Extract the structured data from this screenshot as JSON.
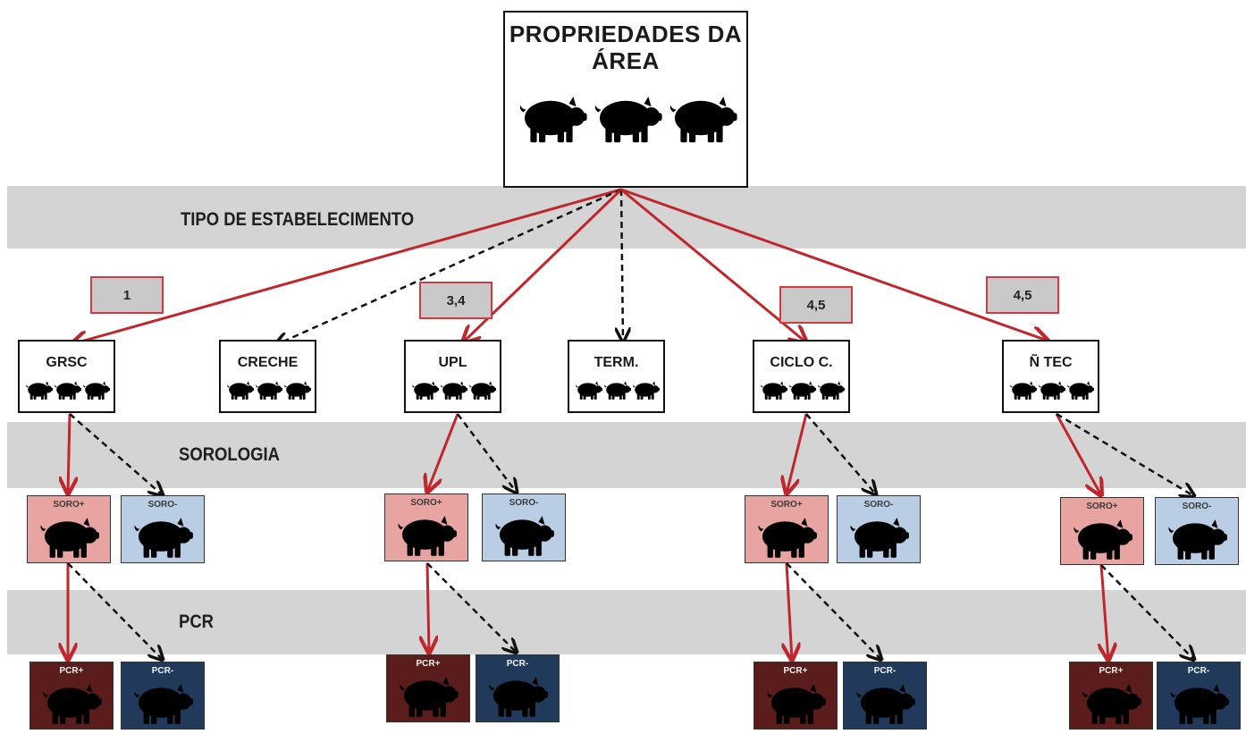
{
  "root": {
    "title_line1": "PROPRIEDADES  DA",
    "title_line2": "ÁREA"
  },
  "bands": {
    "establishment": "TIPO DE ESTABELECIMENTO",
    "serology": "SOROLOGIA",
    "pcr": "PCR"
  },
  "establishments": [
    {
      "label": "GRSC",
      "tag": "1"
    },
    {
      "label": "CRECHE",
      "tag": ""
    },
    {
      "label": "UPL",
      "tag": "3,4"
    },
    {
      "label": "TERM.",
      "tag": ""
    },
    {
      "label": "CICLO C.",
      "tag": "4,5"
    },
    {
      "label": "Ñ TEC",
      "tag": "4,5"
    }
  ],
  "results": {
    "soro_pos": "SORO+",
    "soro_neg": "SORO-",
    "pcr_pos": "PCR+",
    "pcr_neg": "PCR-"
  },
  "colors": {
    "positive_arrow": "#c0272d",
    "negative_arrow": "#111111",
    "tag_border": "#d7383f",
    "band": "#d4d4d4",
    "soro_pos": "#e8a4a1",
    "soro_neg": "#b9cde4",
    "pcr_pos": "#5a1d1b",
    "pcr_neg": "#213a5c"
  },
  "edge_styles": {
    "positive": "solid red arrow",
    "negative": "dashed black arrow"
  },
  "icons": {
    "animal": "pig-icon"
  }
}
